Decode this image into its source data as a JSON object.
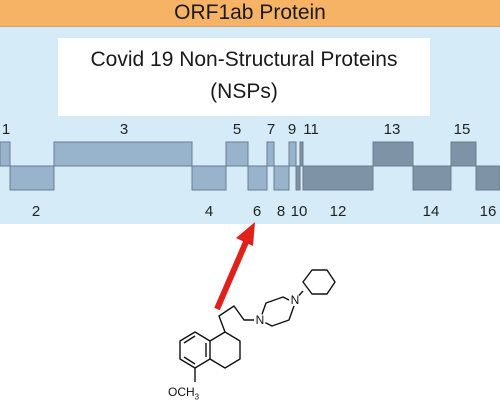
{
  "header": {
    "title": "ORF1ab Protein"
  },
  "caption": {
    "line1": "Covid 19 Non-Structural Proteins",
    "line2": "(NSPs)"
  },
  "segments": {
    "top_labels": [
      "1",
      "3",
      "5",
      "7",
      "9",
      "11",
      "13",
      "15"
    ],
    "bottom_labels": [
      "2",
      "4",
      "6",
      "8",
      "10",
      "12",
      "14",
      "16"
    ]
  },
  "molecule": {
    "substituent": "OCH",
    "substituent_sub": "3"
  },
  "colors": {
    "banner": "#f7b365",
    "panel": "#d5ecf8",
    "segment_light": "#98b3cc",
    "segment_dark": "#7e93a6",
    "arrow": "#e0201a"
  }
}
